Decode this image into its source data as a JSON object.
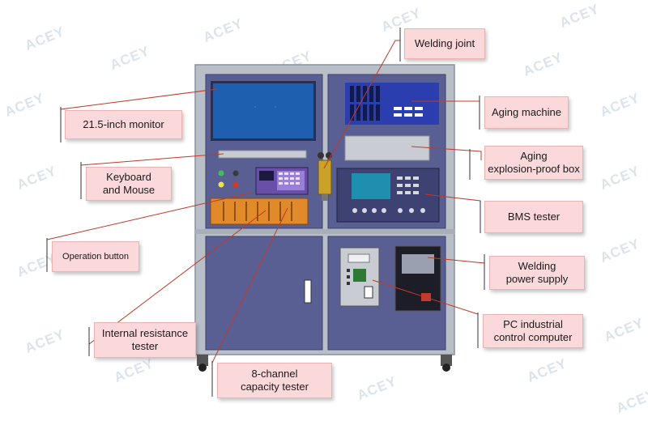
{
  "watermark": {
    "text": "ACEY"
  },
  "colors": {
    "frame": "#b9bfc8",
    "panel": "#5a5f93",
    "panel_dark": "#44497a",
    "screen": "#1f5fb0",
    "caption_bg": "#fbd9da",
    "leader": "#c0392b"
  },
  "labels": {
    "monitor": "21.5-inch monitor",
    "keyboard": "Keyboard\nand Mouse",
    "operation": "Operation button",
    "internal_resistance": "Internal resistance\ntester",
    "capacity": "8-channel\ncapacity tester",
    "welding_joint": "Welding joint",
    "aging_machine": "Aging machine",
    "aging_box": "Aging\nexplosion-proof box",
    "bms": "BMS tester",
    "welding_power": "Welding\npower supply",
    "pc": "PC industrial\ncontrol computer"
  }
}
